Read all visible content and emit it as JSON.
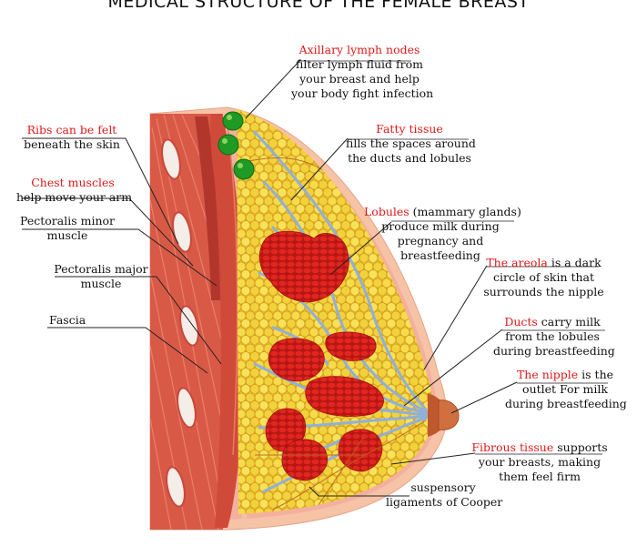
{
  "title": "MEDICAL STRUCTURE OF THE FEMALE BREAST",
  "labels": {
    "axillary": {
      "head": "Axillary lymph nodes",
      "lines": [
        "filter lymph fluid  from",
        "your breast and help",
        "your body fight infection"
      ]
    },
    "fatty": {
      "head": "Fatty tissue",
      "lines": [
        "fills the spaces around",
        "the ducts and lobules"
      ]
    },
    "lobules": {
      "head": "Lobules",
      "head_rest": " (mammary glands)",
      "lines": [
        "produce milk during",
        "pregnancy and",
        "breastfeeding"
      ]
    },
    "areola": {
      "head": "The areola",
      "head_rest": " is a dark",
      "lines": [
        "circle of skin that",
        "surrounds the nipple"
      ]
    },
    "ducts": {
      "head": "Ducts",
      "head_rest": " carry milk",
      "lines": [
        "from the lobules",
        "during breastfeeding"
      ]
    },
    "nipple": {
      "head": "The nipple",
      "head_rest": " is the",
      "lines": [
        "outlet For milk",
        "during breastfeeding"
      ]
    },
    "fibrous": {
      "head": "Fibrous tissue",
      "head_rest": " supports",
      "lines": [
        "your breasts, making",
        "them feel firm"
      ]
    },
    "cooper": {
      "lines": [
        "suspensory",
        "ligaments of Cooper"
      ]
    },
    "ribs": {
      "head": "Ribs can be felt",
      "lines": [
        "beneath the skin"
      ]
    },
    "chest": {
      "head": "Chest muscles",
      "lines": [
        "help move your arm"
      ]
    },
    "pminor": {
      "lines": [
        "Pectoralis minor",
        "muscle"
      ]
    },
    "pmajor": {
      "lines": [
        "Pectoralis major",
        "muscle"
      ]
    },
    "fascia": {
      "lines": [
        "Fascia"
      ]
    }
  },
  "colors": {
    "skin": "#f6c3a6",
    "muscle": "#d2503d",
    "muscle_dark": "#a8322a",
    "fat": "#f2d23c",
    "lobule": "#d4201c",
    "duct": "#8fb0dc",
    "lymph": "#1f9a24",
    "areola": "#c0582e",
    "label_red": "#e01818"
  }
}
